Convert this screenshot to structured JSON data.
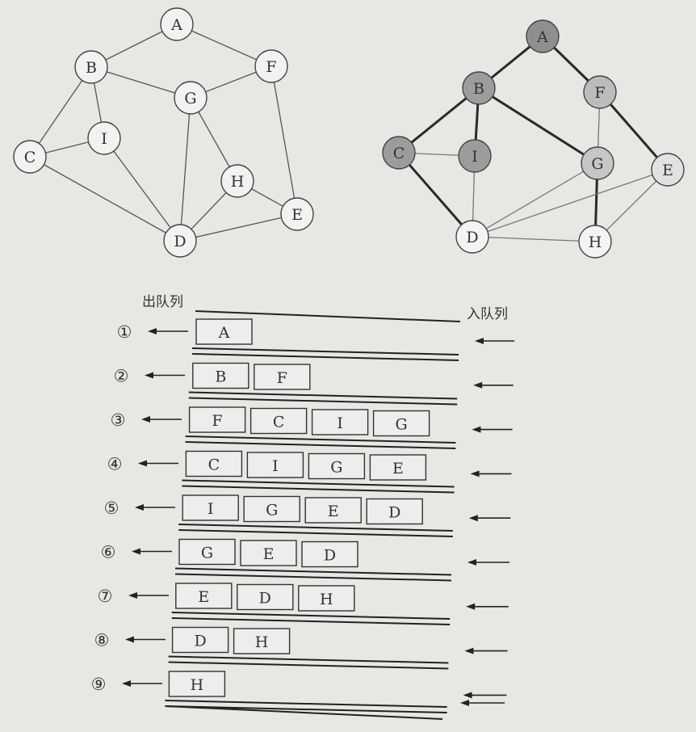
{
  "graph_left": {
    "nodes": [
      {
        "id": "A",
        "label": "A"
      },
      {
        "id": "B",
        "label": "B"
      },
      {
        "id": "F",
        "label": "F"
      },
      {
        "id": "G",
        "label": "G"
      },
      {
        "id": "I",
        "label": "I"
      },
      {
        "id": "C",
        "label": "C"
      },
      {
        "id": "H",
        "label": "H"
      },
      {
        "id": "E",
        "label": "E"
      },
      {
        "id": "D",
        "label": "D"
      }
    ],
    "edges": [
      [
        "A",
        "B"
      ],
      [
        "A",
        "F"
      ],
      [
        "B",
        "G"
      ],
      [
        "B",
        "I"
      ],
      [
        "B",
        "C"
      ],
      [
        "F",
        "G"
      ],
      [
        "F",
        "E"
      ],
      [
        "C",
        "I"
      ],
      [
        "C",
        "D"
      ],
      [
        "I",
        "D"
      ],
      [
        "G",
        "D"
      ],
      [
        "G",
        "H"
      ],
      [
        "H",
        "D"
      ],
      [
        "H",
        "E"
      ],
      [
        "D",
        "E"
      ]
    ]
  },
  "graph_right": {
    "nodes": [
      {
        "id": "A",
        "label": "A",
        "fill": "#8f8f8f"
      },
      {
        "id": "B",
        "label": "B",
        "fill": "#9c9c9c"
      },
      {
        "id": "F",
        "label": "F",
        "fill": "#bcbcbc"
      },
      {
        "id": "C",
        "label": "C",
        "fill": "#9c9c9c"
      },
      {
        "id": "I",
        "label": "I",
        "fill": "#9c9c9c"
      },
      {
        "id": "G",
        "label": "G",
        "fill": "#c6c6c6"
      },
      {
        "id": "E",
        "label": "E",
        "fill": "#e2e2e2"
      },
      {
        "id": "D",
        "label": "D",
        "fill": "#f4f4f4"
      },
      {
        "id": "H",
        "label": "H",
        "fill": "#f4f4f4"
      }
    ],
    "edges": [
      {
        "a": "A",
        "b": "B",
        "tree": true
      },
      {
        "a": "A",
        "b": "F",
        "tree": true
      },
      {
        "a": "B",
        "b": "C",
        "tree": true
      },
      {
        "a": "B",
        "b": "I",
        "tree": true
      },
      {
        "a": "B",
        "b": "G",
        "tree": true
      },
      {
        "a": "F",
        "b": "E",
        "tree": true
      },
      {
        "a": "C",
        "b": "D",
        "tree": true
      },
      {
        "a": "G",
        "b": "H",
        "tree": true
      },
      {
        "a": "F",
        "b": "G",
        "tree": false
      },
      {
        "a": "C",
        "b": "I",
        "tree": false
      },
      {
        "a": "I",
        "b": "D",
        "tree": false
      },
      {
        "a": "G",
        "b": "D",
        "tree": false
      },
      {
        "a": "E",
        "b": "D",
        "tree": false
      },
      {
        "a": "D",
        "b": "H",
        "tree": false
      },
      {
        "a": "E",
        "b": "H",
        "tree": false
      }
    ]
  },
  "queue": {
    "dequeue_label": "出队列",
    "enqueue_label": "入队列",
    "steps": [
      {
        "marker": "①",
        "items": [
          "A"
        ]
      },
      {
        "marker": "②",
        "items": [
          "B",
          "F"
        ]
      },
      {
        "marker": "③",
        "items": [
          "F",
          "C",
          "I",
          "G"
        ]
      },
      {
        "marker": "④",
        "items": [
          "C",
          "I",
          "G",
          "E"
        ]
      },
      {
        "marker": "⑤",
        "items": [
          "I",
          "G",
          "E",
          "D"
        ]
      },
      {
        "marker": "⑥",
        "items": [
          "G",
          "E",
          "D"
        ]
      },
      {
        "marker": "⑦",
        "items": [
          "E",
          "D",
          "H"
        ]
      },
      {
        "marker": "⑧",
        "items": [
          "D",
          "H"
        ]
      },
      {
        "marker": "⑨",
        "items": [
          "H"
        ]
      }
    ]
  }
}
